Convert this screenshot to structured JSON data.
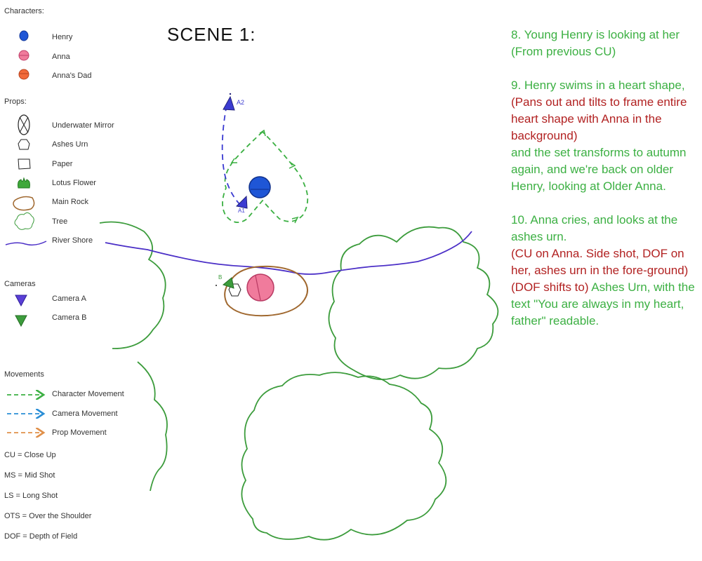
{
  "legend": {
    "characters_heading": "Characters:",
    "characters": [
      {
        "label": "Henry",
        "color": "#1f56d6"
      },
      {
        "label": "Anna",
        "color": "#f07b9c"
      },
      {
        "label": "Anna's Dad",
        "color": "#f26a3a"
      }
    ],
    "props_heading": "Props:",
    "props": [
      {
        "label": "Underwater Mirror",
        "icon": "mirror-icon"
      },
      {
        "label": "Ashes Urn",
        "icon": "urn-icon"
      },
      {
        "label": "Paper",
        "icon": "paper-icon"
      },
      {
        "label": "Lotus Flower",
        "icon": "lotus-icon"
      },
      {
        "label": "Main Rock",
        "icon": "rock-icon"
      },
      {
        "label": "Tree",
        "icon": "tree-icon"
      },
      {
        "label": "River Shore",
        "icon": "river-icon"
      }
    ],
    "cameras_heading": "Cameras",
    "cameras": [
      {
        "label": "Camera A",
        "color": "#3b3bd1"
      },
      {
        "label": "Camera B",
        "color": "#3c9c3c"
      }
    ],
    "movements_heading": "Movements",
    "movements": [
      {
        "label": "Character Movement",
        "color": "#3cb043"
      },
      {
        "label": "Camera Movement",
        "color": "#2a8ed6"
      },
      {
        "label": "Prop Movement",
        "color": "#e0904a"
      }
    ],
    "abbreviations": [
      "CU = Close Up",
      "MS = Mid Shot",
      "LS = Long Shot",
      "OTS = Over the Shoulder",
      "DOF = Depth of Field"
    ]
  },
  "scene_title": "SCENE 1:",
  "map_labels": {
    "camera_a2": "A2",
    "camera_a1": "A1",
    "camera_b": "B"
  },
  "notes": {
    "n8": "8. Young Henry is looking at her (From previous CU)",
    "n9_a": "9. Henry swims in a heart shape,",
    "n9_b": "(Pans out and tilts to frame entire heart shape with Anna in the background)",
    "n9_c": "and the set transforms to autumn again, and we're back on older Henry, looking at Older Anna.",
    "n10_a": "10. Anna cries, and looks at the ashes urn.",
    "n10_b": "(CU on Anna. Side shot, DOF on her, ashes urn in the fore-ground)",
    "n10_c": "(DOF shifts to)",
    "n10_d": " Ashes Urn, with the text \"You are always in my heart, father\" readable."
  },
  "colors": {
    "note_green": "#3cb043",
    "note_red": "#b22222",
    "tree": "#3c9c3c",
    "river": "#4b2fc7",
    "rock": "#a0682f",
    "henry": "#1f56d6",
    "anna": "#f07b9c"
  }
}
